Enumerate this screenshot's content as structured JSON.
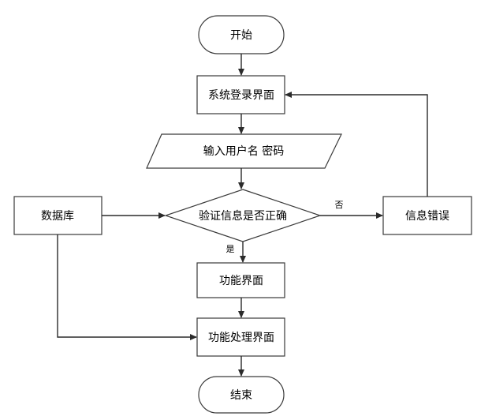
{
  "nodes": {
    "start": "开始",
    "login": "系统登录界面",
    "input": "输入用户名 密码",
    "verify": "验证信息是否正确",
    "database": "数据库",
    "error": "信息错误",
    "function_page": "功能界面",
    "function_process": "功能处理界面",
    "end": "结束"
  },
  "edges": {
    "no_label": "否",
    "yes_label": "是"
  },
  "colors": {
    "stroke": "#3a3a3a",
    "text": "#000000",
    "fill": "#ffffff"
  }
}
